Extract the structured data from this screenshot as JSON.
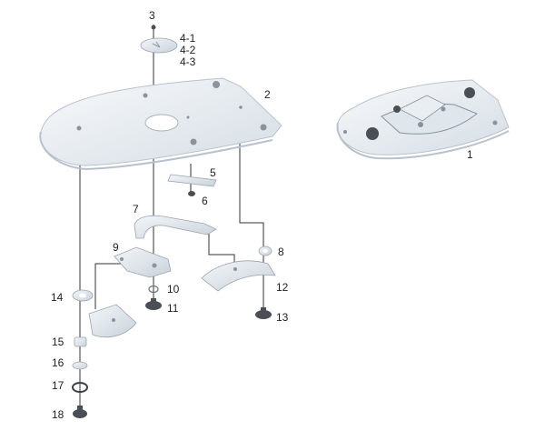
{
  "labels": {
    "l1": "1",
    "l2": "2",
    "l3": "3",
    "l4_1": "4-1",
    "l4_2": "4-2",
    "l4_3": "4-3",
    "l5": "5",
    "l6": "6",
    "l7": "7",
    "l8": "8",
    "l9": "9",
    "l10": "10",
    "l11": "11",
    "l12": "12",
    "l13": "13",
    "l14": "14",
    "l15": "15",
    "l16": "16",
    "l17": "17",
    "l18": "18"
  },
  "colors": {
    "plate": "#eef3f7",
    "part": "#dfe6ec",
    "line": "#333333",
    "label": "#222222"
  }
}
